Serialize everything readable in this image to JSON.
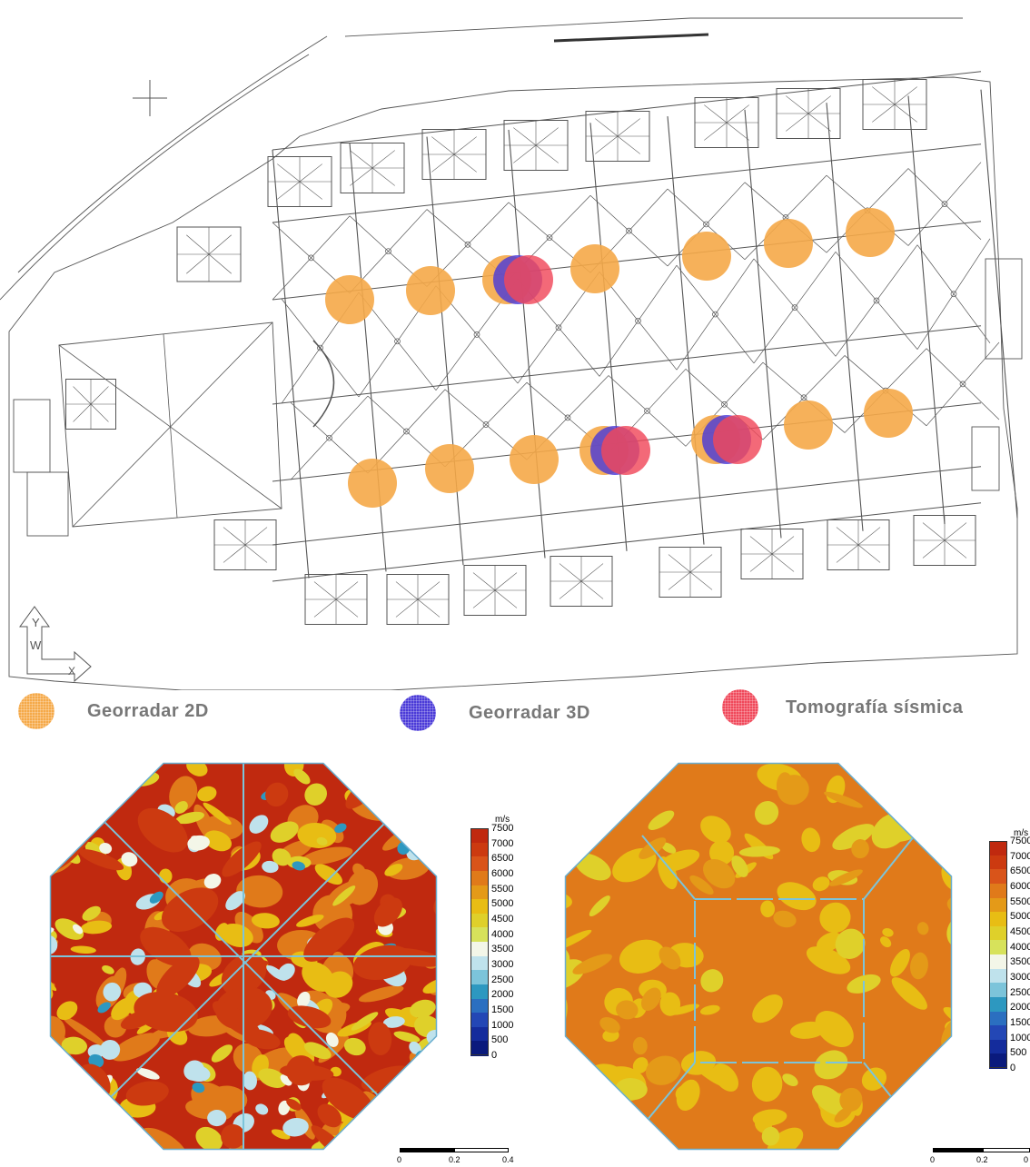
{
  "legend": {
    "items": [
      {
        "label": "Georradar 2D",
        "color": "#f5a948"
      },
      {
        "label": "Georradar 3D",
        "color": "#4a3ad8"
      },
      {
        "label": "Tomografía sísmica",
        "color": "#f0485a"
      }
    ]
  },
  "plan": {
    "north_arrow": {
      "y_label": "Y",
      "w_label": "W",
      "x_label": "X"
    },
    "markers": [
      {
        "type": "Georradar 2D",
        "row": "upper",
        "index": 1
      },
      {
        "type": "Georradar 2D",
        "row": "upper",
        "index": 2
      },
      {
        "type": "Georradar 2D",
        "row": "upper",
        "index": 3
      },
      {
        "type": "Georradar 3D",
        "row": "upper",
        "index": 3
      },
      {
        "type": "Tomografía sísmica",
        "row": "upper",
        "index": 3
      },
      {
        "type": "Georradar 2D",
        "row": "upper",
        "index": 4
      },
      {
        "type": "Georradar 2D",
        "row": "upper",
        "index": 5
      },
      {
        "type": "Georradar 2D",
        "row": "upper",
        "index": 6
      },
      {
        "type": "Georradar 2D",
        "row": "upper",
        "index": 7
      },
      {
        "type": "Georradar 2D",
        "row": "lower",
        "index": 1
      },
      {
        "type": "Georradar 2D",
        "row": "lower",
        "index": 2
      },
      {
        "type": "Georradar 2D",
        "row": "lower",
        "index": 3
      },
      {
        "type": "Georradar 2D",
        "row": "lower",
        "index": 4
      },
      {
        "type": "Georradar 3D",
        "row": "lower",
        "index": 4
      },
      {
        "type": "Tomografía sísmica",
        "row": "lower",
        "index": 4
      },
      {
        "type": "Georradar 2D",
        "row": "lower",
        "index": 5
      },
      {
        "type": "Georradar 3D",
        "row": "lower",
        "index": 5
      },
      {
        "type": "Tomografía sísmica",
        "row": "lower",
        "index": 5
      },
      {
        "type": "Georradar 2D",
        "row": "lower",
        "index": 6
      },
      {
        "type": "Georradar 2D",
        "row": "lower",
        "index": 7
      }
    ]
  },
  "tomography": {
    "colorbar": {
      "unit": "m/s",
      "ticks": [
        "7500",
        "7000",
        "6500",
        "6000",
        "5500",
        "5000",
        "4500",
        "4000",
        "3500",
        "3000",
        "2500",
        "2000",
        "1500",
        "1000",
        "500",
        "0"
      ],
      "colors": [
        "#c0290f",
        "#cc3a10",
        "#d9541a",
        "#e07a1a",
        "#e49a18",
        "#e8bd14",
        "#dfd02a",
        "#d7e25b",
        "#f3f6e8",
        "#bfe2ec",
        "#7cc4da",
        "#2d98c0",
        "#2b6fc0",
        "#2347b5",
        "#142c9c",
        "#0a1a7d"
      ]
    },
    "panels": [
      {
        "id": "left",
        "base_level": "7500",
        "scale_ticks": [
          "0",
          "0.2",
          "0.4"
        ]
      },
      {
        "id": "right",
        "base_level": "6000",
        "scale_ticks": [
          "0",
          "0.2",
          "0"
        ]
      }
    ]
  }
}
